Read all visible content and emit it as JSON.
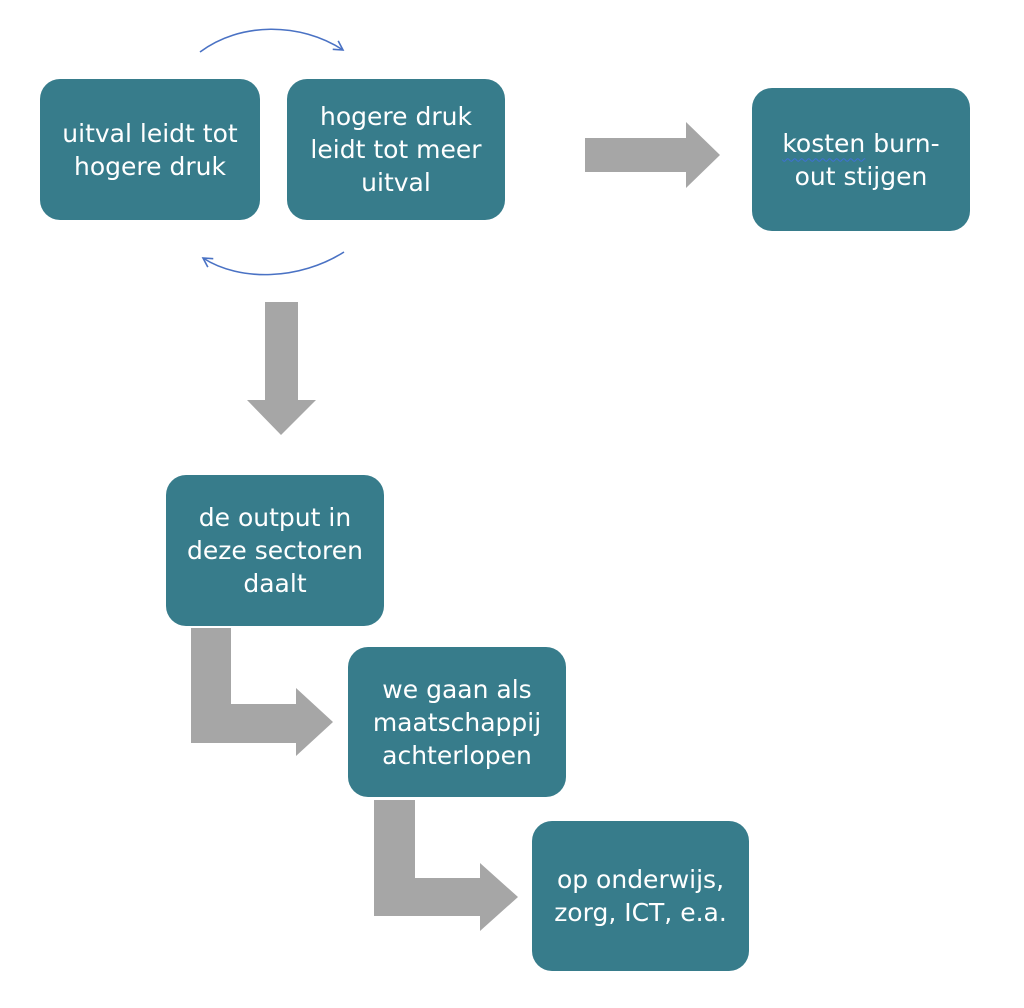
{
  "diagram": {
    "nodes": {
      "uitval": {
        "text": "uitval leidt tot\nhogere druk"
      },
      "druk": {
        "text": "hogere druk\nleidt tot meer\nuitval"
      },
      "kosten": {
        "first_word": "kosten",
        "rest_line1": " burn-",
        "line2": "out stijgen"
      },
      "output": {
        "text": "de output in\ndeze sectoren\ndaalt"
      },
      "achterlopen": {
        "text": "we gaan als\nmaatschappij\nachterlopen"
      },
      "onderwijs": {
        "text": "op onderwijs,\nzorg, ICT, e.a."
      }
    },
    "colors": {
      "box": "#377c8b",
      "box_text": "#ffffff",
      "block_arrow": "#a6a6a6",
      "cycle_arrow": "#4a72c4"
    },
    "connectors": [
      {
        "from": "uitval",
        "to": "druk",
        "style": "curved-cycle-arrow"
      },
      {
        "from": "druk",
        "to": "uitval",
        "style": "curved-cycle-arrow"
      },
      {
        "from": "druk",
        "to": "kosten",
        "style": "block-arrow-right"
      },
      {
        "from": "uitval",
        "to": "output",
        "style": "block-arrow-down"
      },
      {
        "from": "output",
        "to": "achterlopen",
        "style": "bent-block-arrow"
      },
      {
        "from": "achterlopen",
        "to": "onderwijs",
        "style": "bent-block-arrow"
      }
    ]
  }
}
